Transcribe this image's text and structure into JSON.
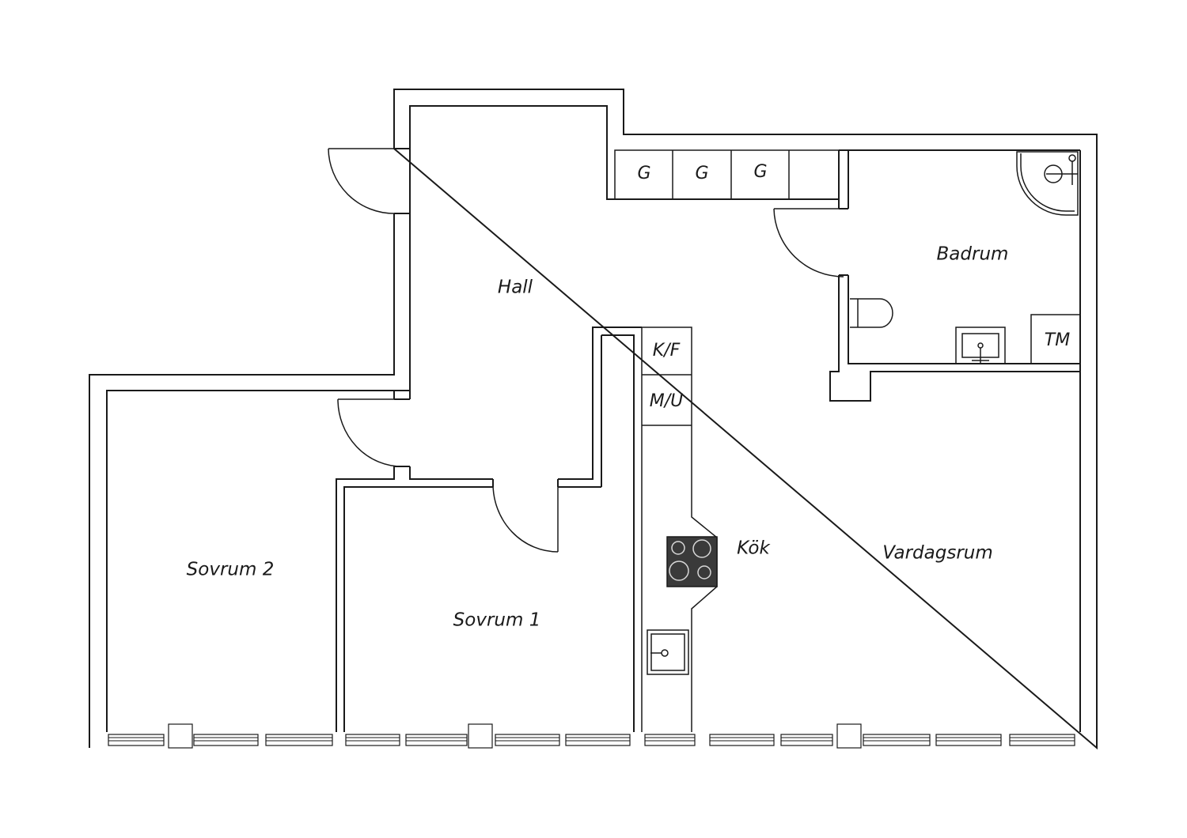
{
  "rooms": {
    "hall": "Hall",
    "badrum": "Badrum",
    "kok": "Kök",
    "vardagsrum": "Vardagsrum",
    "sovrum1": "Sovrum 1",
    "sovrum2": "Sovrum 2"
  },
  "fixtures": {
    "wardrobe": "G",
    "fridge_freezer": "K/F",
    "dishwasher": "M/U",
    "washing_machine": "TM"
  },
  "colors": {
    "line": "#1a1a1a",
    "background": "#ffffff",
    "stove": "#3a3a3a"
  }
}
